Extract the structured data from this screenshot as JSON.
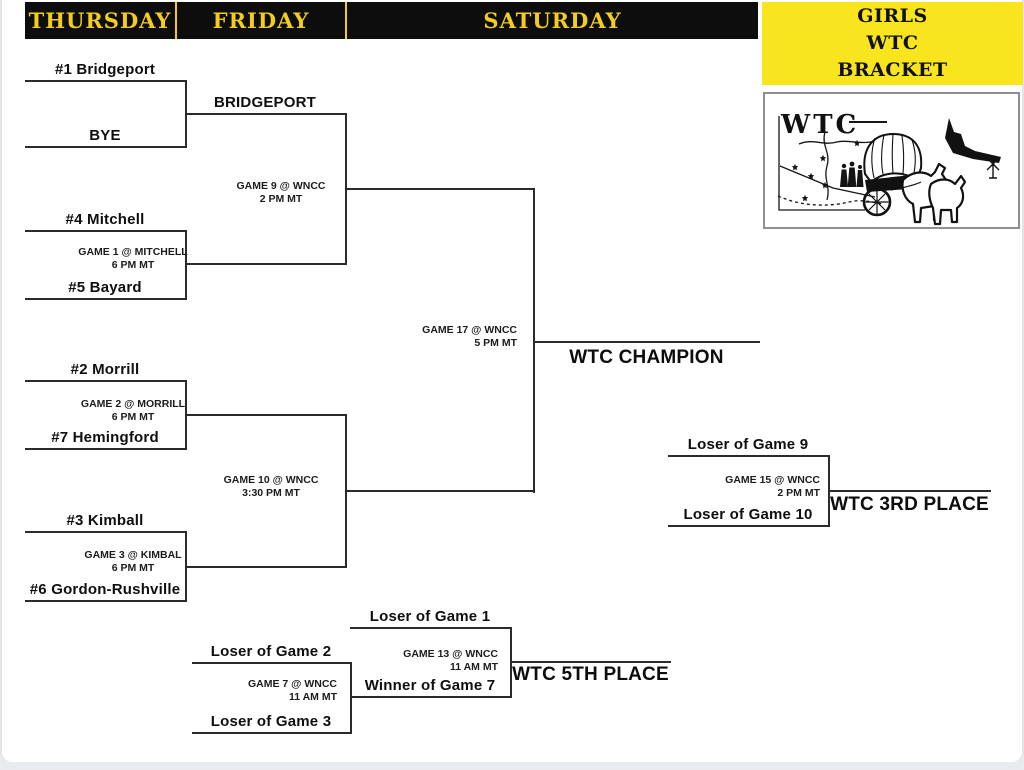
{
  "header": {
    "columns": [
      {
        "label": "THURSDAY"
      },
      {
        "label": "FRIDAY"
      },
      {
        "label": "SATURDAY"
      }
    ]
  },
  "title_box": {
    "line1": "GIRLS",
    "line2": "WTC",
    "line3": "BRACKET"
  },
  "logo": {
    "label": "WTC"
  },
  "teams": {
    "seed1": "#1 Bridgeport",
    "bye": "BYE",
    "advancer": "BRIDGEPORT",
    "seed4": "#4 Mitchell",
    "seed5": "#5 Bayard",
    "seed2": "#2 Morrill",
    "seed7": "#7 Hemingford",
    "seed3": "#3 Kimball",
    "seed6": "#6 Gordon-Rushville"
  },
  "placeholders": {
    "loser_g9": "Loser of Game 9",
    "loser_g10": "Loser of Game 10",
    "loser_g1": "Loser of Game 1",
    "winner_g7": "Winner of Game 7",
    "loser_g2": "Loser of Game 2",
    "loser_g3": "Loser of Game 3"
  },
  "games": {
    "g1": {
      "title": "GAME 1 @ MITCHELL",
      "time": "6 PM MT"
    },
    "g2": {
      "title": "GAME 2 @ MORRILL",
      "time": "6 PM MT"
    },
    "g3": {
      "title": "GAME 3 @ KIMBAL",
      "time": "6 PM MT"
    },
    "g7": {
      "title": "GAME 7 @ WNCC",
      "time": "11 AM MT"
    },
    "g9": {
      "title": "GAME 9 @ WNCC",
      "time": "2 PM MT"
    },
    "g10": {
      "title": "GAME 10 @ WNCC",
      "time": "3:30 PM MT"
    },
    "g13": {
      "title": "GAME 13 @ WNCC",
      "time": "11 AM MT"
    },
    "g15": {
      "title": "GAME 15 @ WNCC",
      "time": "2 PM MT"
    },
    "g17": {
      "title": "GAME 17 @ WNCC",
      "time": "5 PM MT"
    }
  },
  "results": {
    "champion": "WTC CHAMPION",
    "third": "WTC 3RD PLACE",
    "fifth": "WTC 5TH PLACE"
  },
  "colors": {
    "header_bg": "#0d0d0d",
    "header_text": "#f2cd1f",
    "title_box_bg": "#f8e51d",
    "title_box_text": "#101010",
    "bracket_line": "#2b2b2b"
  }
}
